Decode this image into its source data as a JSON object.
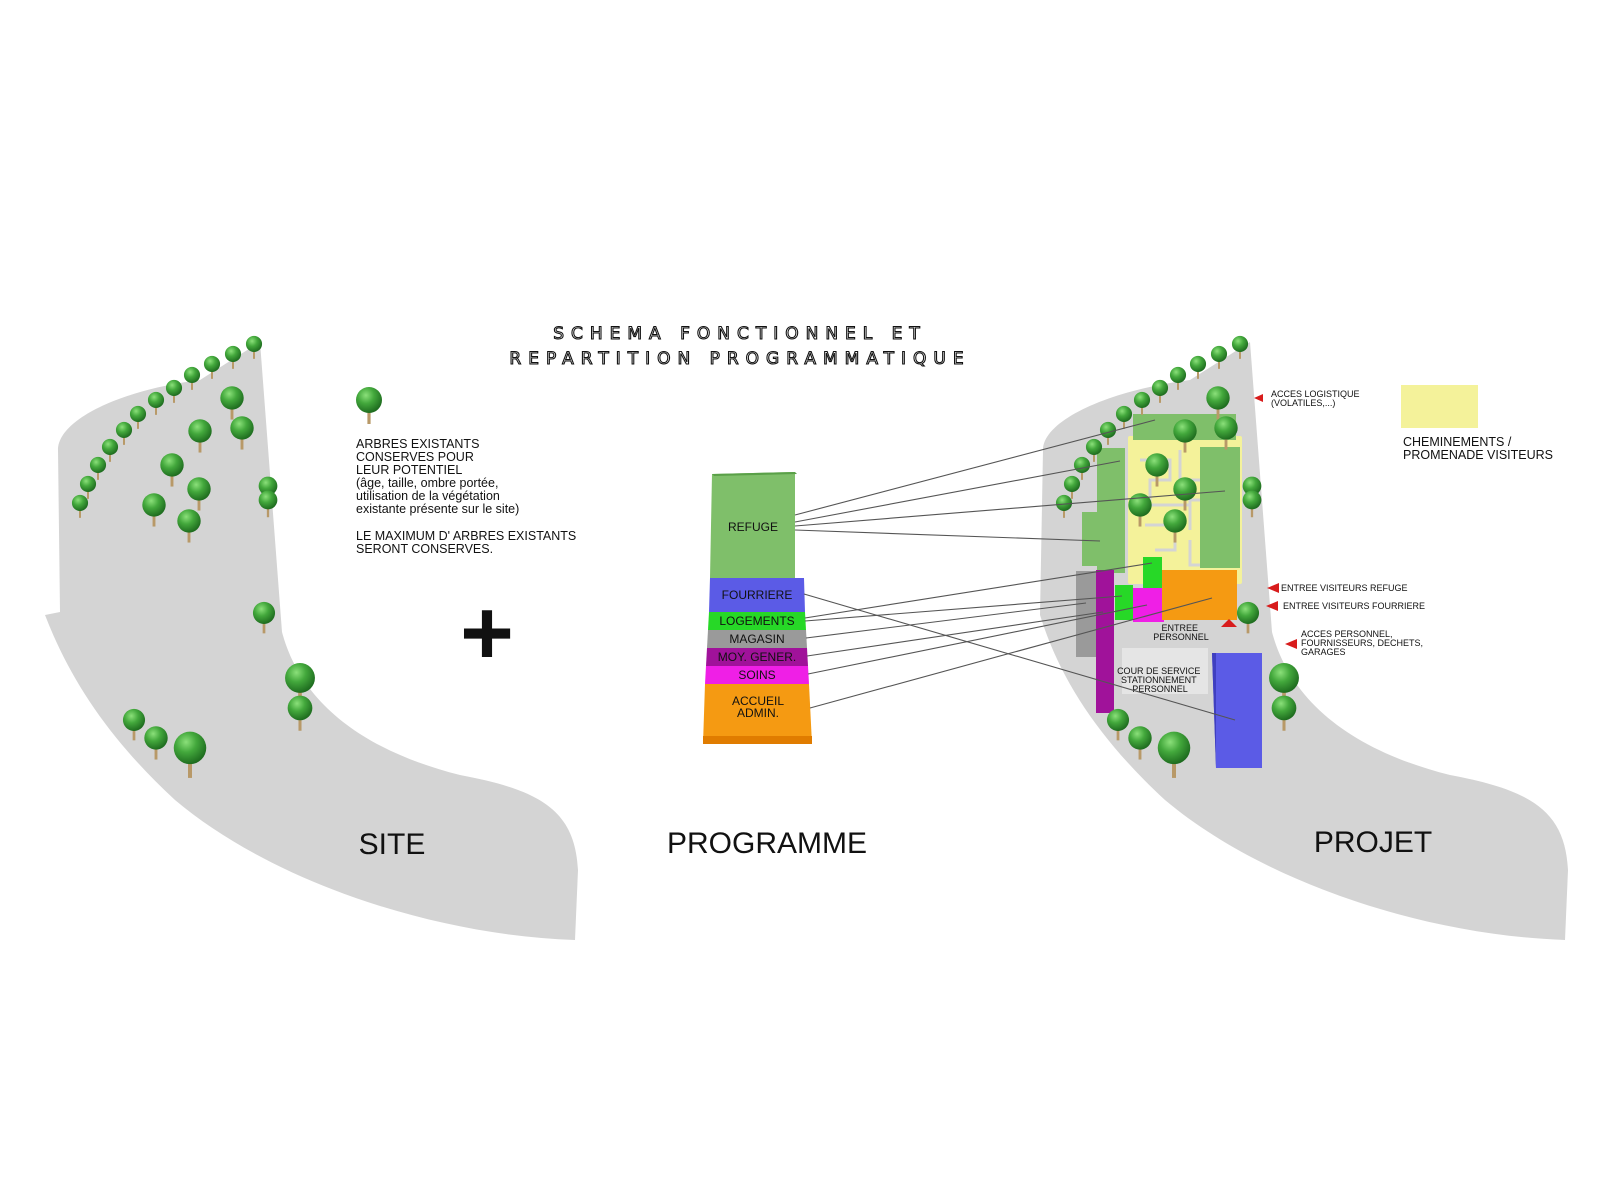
{
  "title": {
    "line1": "SCHEMA FONCTIONNEL ET",
    "line2": "REPARTITION PROGRAMMATIQUE"
  },
  "site": {
    "label": "SITE",
    "note_lines": [
      "ARBRES EXISTANTS",
      "CONSERVES POUR",
      "LEUR POTENTIEL",
      "(âge, taille, ombre portée,",
      "utilisation de la végétation",
      "existante présente sur le site)"
    ],
    "note2_lines": [
      "LE MAXIMUM D' ARBRES EXISTANTS",
      "SERONT CONSERVES."
    ]
  },
  "plus_sign": "+",
  "programme": {
    "label": "PROGRAMME",
    "blocks": [
      {
        "key": "refuge",
        "lines": [
          "REFUGE"
        ],
        "color": "#7fbf6a"
      },
      {
        "key": "fourriere",
        "lines": [
          "FOURRIERE"
        ],
        "color": "#5b5be6"
      },
      {
        "key": "logements",
        "lines": [
          "LOGEMENTS"
        ],
        "color": "#27d827"
      },
      {
        "key": "magasin",
        "lines": [
          "MAGASIN"
        ],
        "color": "#9a9a9a"
      },
      {
        "key": "moy_gener",
        "lines": [
          "MOY. GENER."
        ],
        "color": "#a0129a"
      },
      {
        "key": "soins",
        "lines": [
          "SOINS"
        ],
        "color": "#ef1fe6"
      },
      {
        "key": "accueil",
        "lines": [
          "ACCUEIL",
          "ADMIN."
        ],
        "color": "#f59a12"
      }
    ]
  },
  "projet": {
    "label": "PROJET",
    "annotations": {
      "acces_logistique": [
        "ACCES LOGISTIQUE",
        "(VOLATILES,...)"
      ],
      "entree_refuge": [
        "ENTREE VISITEURS REFUGE"
      ],
      "entree_fourriere": [
        "ENTREE VISITEURS FOURRIERE"
      ],
      "acces_personnel": [
        "ACCES PERSONNEL,",
        "FOURNISSEURS, DECHETS,",
        "GARAGES"
      ],
      "entree_personnel": [
        "ENTREE",
        "PERSONNEL"
      ],
      "cour_service": [
        "COUR DE SERVICE",
        "STATIONNEMENT",
        "PERSONNEL"
      ]
    },
    "legend": {
      "lines": [
        "CHEMINEMENTS /",
        "PROMENADE VISITEURS"
      ],
      "color": "#f4f29a"
    }
  },
  "colors": {
    "ground": "#d4d4d4",
    "tree": "#3a9a35",
    "tree_light": "#6ccd5a",
    "trunk": "#b89968",
    "access_arrow": "#d81c1c",
    "connector": "#555555"
  },
  "icons": {
    "tree": "tree-icon",
    "arrow": "red-triangle-arrow-icon",
    "plus": "plus-icon"
  }
}
